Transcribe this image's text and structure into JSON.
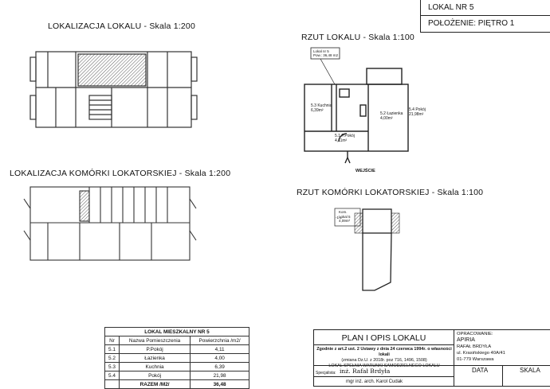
{
  "header": {
    "lokal": "LOKAL NR  5",
    "polozenie": "POŁOŻENIE: PIĘTRO 1"
  },
  "titles": {
    "lokalizacja_lokalu": "LOKALIZACJA  LOKALU - Skala 1:200",
    "lokalizacja_komorki": "LOKALIZACJA  KOMÓRKI LOKATORSKIEJ  - Skala 1:200",
    "rzut_lokalu": "RZUT LOKALU - Skala 1:100",
    "rzut_komorki": "RZUT KOMÓRKI LOKATORSKIEJ - Skala 1:100"
  },
  "plan_labels": {
    "lokal_tag_1": "Lokal nr 5",
    "lokal_tag_2": "Pow.: 36,48 m2",
    "kuchnia_num": "5.3",
    "kuchnia_name": "Kuchnia",
    "kuchnia_area": "6,39m²",
    "lazienka_num": "5.2",
    "lazienka_name": "Łazienka",
    "lazienka_area": "4,00m²",
    "pokoj_num": "5.4",
    "pokoj_name": "Pokój",
    "pokoj_area": "21,98m²",
    "ppokoj_num": "5.1",
    "ppokoj_name": "P.Pokój",
    "ppokoj_area": "4,11m²",
    "wejscie": "WEJŚCIE",
    "kom_1": "Kom.",
    "kom_2": "Lokal 5",
    "kom_num": "-1.1",
    "kom_area": "4,09m²"
  },
  "room_table": {
    "caption": "LOKAL MIESZKALNY NR 5",
    "headers": [
      "Nr",
      "Nazwa Pomieszczenia",
      "Powierzchnia /m2/"
    ],
    "rows": [
      [
        "5.1",
        "P.Pokój",
        "4,11"
      ],
      [
        "5.2",
        "Łazienka",
        "4,00"
      ],
      [
        "5.3",
        "Kuchnia",
        "6,39"
      ],
      [
        "5.4",
        "Pokój",
        "21,98"
      ]
    ],
    "total_label": "RAZEM  /M2/",
    "total_value": "36,48"
  },
  "plan_box": {
    "title": "PLAN I OPIS LOKALU",
    "desc_1": "Zgodnie z art.2 ust. 2 Ustawy z dnia 24 czerwca 1994r. o własności lokali",
    "desc_2": "(zmiana Dz.U. z 2018r. poz 716, 1496, 1508)",
    "desc_3": "LOKAL SPEŁNIA WARUNKI SAMODZIELNEGO LOKALU",
    "opracowanie": "OPRACOWANIE:",
    "firma": "APIRIA",
    "osoba": "RAFAŁ BRDYŁA",
    "adres_1": "ul. Krasińskiego 40A/41",
    "adres_2": "01-779 Warszawa",
    "specjalista_label": "Specjalista:",
    "specjalista": "inż. Rafał Brdyła",
    "data_label": "DATA",
    "skala_label": "SKALA",
    "footer_partial": "mgr inż. arch. Karol Cudak"
  }
}
